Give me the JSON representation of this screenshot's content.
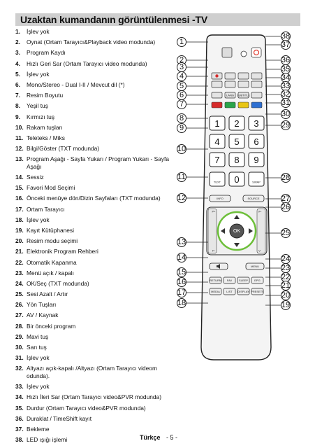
{
  "title": "Uzaktan kumandanın görüntülenmesi -TV",
  "items": [
    {
      "n": "1.",
      "text": "İşlev yok"
    },
    {
      "n": "2.",
      "text": "Oynat (Ortam Tarayıcı&Playback video modunda)"
    },
    {
      "n": "3.",
      "text": "Program Kaydı"
    },
    {
      "n": "4.",
      "text": "Hızlı Geri Sar  (Ortam Tarayıcı video modunda)"
    },
    {
      "n": "5.",
      "text": "İşlev yok"
    },
    {
      "n": "6.",
      "text": "Mono/Stereo - Dual I-II / Mevcut dil (*)"
    },
    {
      "n": "7.",
      "text": "Resim Boyutu"
    },
    {
      "n": "8.",
      "text": "Yeşil tuş"
    },
    {
      "n": "9.",
      "text": "Kırmızı tuş"
    },
    {
      "n": "10.",
      "text": "Rakam tuşları"
    },
    {
      "n": "11.",
      "text": "Teleteks / Miks"
    },
    {
      "n": "12.",
      "text": "Bilgi/Göster (TXT modunda)"
    },
    {
      "n": "13.",
      "text": "Program Aşağı - Sayfa Yukarı / Program Yukarı - Sayfa Aşağı"
    },
    {
      "n": "14.",
      "text": "Sessiz"
    },
    {
      "n": "15.",
      "text": "Favori Mod Seçimi"
    },
    {
      "n": "16.",
      "text": "Önceki menüye dön/Dizin Sayfaları (TXT modunda)"
    },
    {
      "n": "17.",
      "text": "Ortam Tarayıcı"
    },
    {
      "n": "18.",
      "text": "İşlev yok"
    },
    {
      "n": "19.",
      "text": "Kayıt Kütüphanesi"
    },
    {
      "n": "20.",
      "text": "Resim modu seçimi"
    },
    {
      "n": "21.",
      "text": "Elektronik Program Rehberi"
    },
    {
      "n": "22.",
      "text": "Otomatik Kapanma"
    },
    {
      "n": "23.",
      "text": "Menü açık / kapalı"
    },
    {
      "n": "24.",
      "text": "OK/Seç (TXT modunda)"
    },
    {
      "n": "25.",
      "text": "Sesi Azalt / Artır"
    },
    {
      "n": "26.",
      "text": "Yön Tuşları"
    },
    {
      "n": "27.",
      "text": "AV / Kaynak"
    },
    {
      "n": "28.",
      "text": "Bir önceki program"
    },
    {
      "n": "29.",
      "text": "Mavi tuş"
    },
    {
      "n": "30.",
      "text": "Sarı tuş"
    },
    {
      "n": "31.",
      "text": "İşlev yok"
    },
    {
      "n": "32.",
      "text": "Altyazı açık-kapalı /Altyazı (Ortam Tarayıcı videom odunda)."
    },
    {
      "n": "33.",
      "text": "İşlev yok"
    },
    {
      "n": "34.",
      "text": "Hızlı İleri Sar  (Ortam Tarayıcı video&PVR modunda)"
    },
    {
      "n": "35.",
      "text": "Durdur (Ortam Tarayıcı video&PVR modunda)"
    },
    {
      "n": "36.",
      "text": "Duraklat / TimeShift kayıt"
    },
    {
      "n": "37.",
      "text": "Bekleme"
    },
    {
      "n": "38.",
      "text": "LED ışığı işlemi"
    }
  ],
  "remote": {
    "digits": [
      "1",
      "2",
      "3",
      "4",
      "5",
      "6",
      "7",
      "8",
      "9",
      "0"
    ],
    "text_label": "TEXT",
    "swap_label": "SWAP",
    "info_label": "INFO",
    "source_label": "SOURCE",
    "ok_label": "OK",
    "p_plus": "P+",
    "p_minus": "P-",
    "v_plus": "V+",
    "v_minus": "V-",
    "menu_label": "MENU",
    "lang_label": "LANG",
    "subtitle_label": "SUBTITLE",
    "bottom_row1": [
      "RETURN",
      "FAV",
      "SLEEP",
      "EPG"
    ],
    "bottom_row2": [
      "MEDIA",
      "LIST",
      "DISPLAY",
      "PRESETS"
    ],
    "callouts_left": [
      "1",
      "2",
      "3",
      "4",
      "5",
      "6",
      "7",
      "8",
      "9",
      "10",
      "11",
      "12",
      "13",
      "14",
      "15",
      "16",
      "17",
      "18"
    ],
    "callouts_right": [
      "38",
      "37",
      "36",
      "35",
      "34",
      "33",
      "32",
      "31",
      "30",
      "29",
      "28",
      "27",
      "26",
      "25",
      "24",
      "23",
      "22",
      "21",
      "20",
      "19"
    ],
    "colors": {
      "red": "#d62b2b",
      "green": "#2aa44a",
      "yellow": "#e8c515",
      "blue": "#2d6fd1",
      "ok_ring": "#6dbf3a",
      "power": "#e03a2f"
    }
  },
  "footer": {
    "language": "Türkçe",
    "page": "- 5 -"
  }
}
